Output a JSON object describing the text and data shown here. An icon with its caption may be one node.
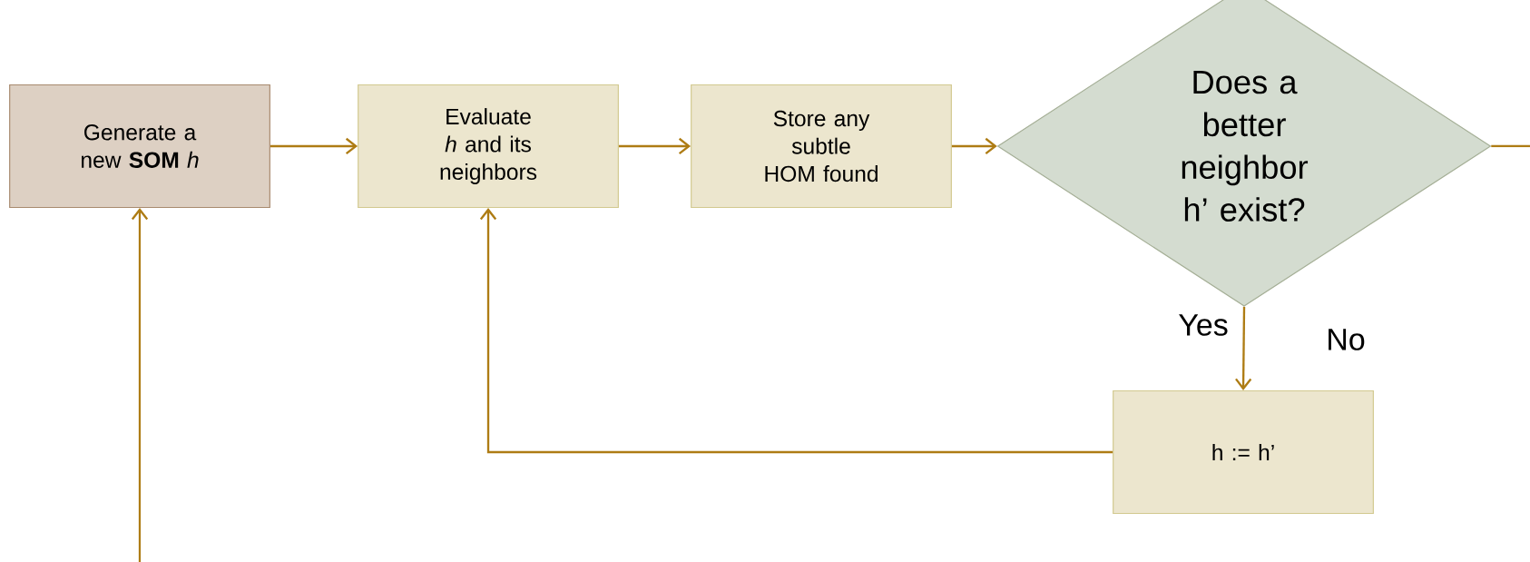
{
  "diagram": {
    "nodes": [
      {
        "text": [
          "Generate a new **SOM** *h*"
        ]
      },
      {
        "text": [
          "Evaluate *h* and its neighbors"
        ]
      },
      {
        "text": [
          "Store any subtle HOM found"
        ]
      },
      {
        "text": [
          "Does a better neighbor h’ exist?"
        ]
      },
      {
        "text": [
          "h := h’"
        ]
      }
    ],
    "edges": [
      {
        "from": 0,
        "to": 1,
        "arrow": "to"
      },
      {
        "from": 1,
        "to": 2,
        "arrow": "to"
      },
      {
        "from": 2,
        "to": 3,
        "arrow": "to"
      },
      {
        "from": 3,
        "to": 4,
        "arrow": "to",
        "label": "Yes"
      },
      {
        "from": 4,
        "to": 1,
        "arrow": "to"
      },
      {
        "from": null,
        "to": 0,
        "arrow": "to"
      },
      {
        "from": 3,
        "to": null,
        "arrow": "none"
      }
    ],
    "labels": [
      "No"
    ]
  }
}
